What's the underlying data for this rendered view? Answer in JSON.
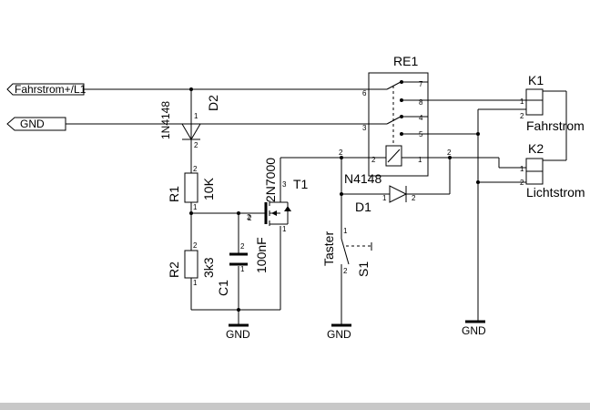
{
  "ports": {
    "fahrstrom": "Fahrstrom+/L1",
    "gnd": "GND"
  },
  "relay": {
    "name": "RE1",
    "pins": [
      "6",
      "7",
      "8",
      "3",
      "4",
      "5",
      "2",
      "1"
    ]
  },
  "connectors": {
    "k1": {
      "name": "K1",
      "label": "Fahrstrom",
      "pins": [
        "1",
        "2"
      ]
    },
    "k2": {
      "name": "K2",
      "label": "Lichtstrom",
      "pins": [
        "1",
        "2"
      ]
    }
  },
  "d2": {
    "name": "D2",
    "part": "1N4148",
    "pins": [
      "1",
      "2"
    ]
  },
  "r1": {
    "name": "R1",
    "value": "10K",
    "pins": [
      "2",
      "1"
    ]
  },
  "r2": {
    "name": "R2",
    "value": "3k3",
    "pins": [
      "2",
      "1"
    ]
  },
  "c1": {
    "name": "C1",
    "value": "100nF",
    "pins": [
      "2",
      "1"
    ]
  },
  "t1": {
    "name": "T1",
    "part": "2N7000",
    "pins": [
      "3",
      "2",
      "1"
    ]
  },
  "d1": {
    "name": "D1",
    "part": "N4148",
    "pins": [
      "1",
      "2"
    ]
  },
  "s1": {
    "name": "S1",
    "label": "Taster",
    "pins": [
      "1",
      "2"
    ]
  },
  "grounds": [
    "GND",
    "GND",
    "GND"
  ],
  "junction_pins": {
    "t1_gate_node": "2",
    "relay_coil_left": "2",
    "relay_coil_right": "2"
  }
}
